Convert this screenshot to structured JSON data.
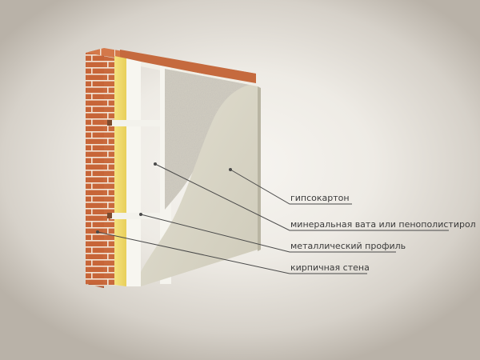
{
  "labels": {
    "drywall": "гипсокартон",
    "insulation": "минеральная вата или пенополистирол",
    "profile": "металлический профиль",
    "brick": "кирпичная стена"
  },
  "colors": {
    "brick": "#c9673b",
    "brick_shadow": "#a44a26",
    "mortar": "#f3e6d8",
    "profile_yellow": "#f2dc72",
    "insulation": "#d3d0c6",
    "drywall": "#d9d6c6",
    "leader_line": "#4a4a4a"
  }
}
